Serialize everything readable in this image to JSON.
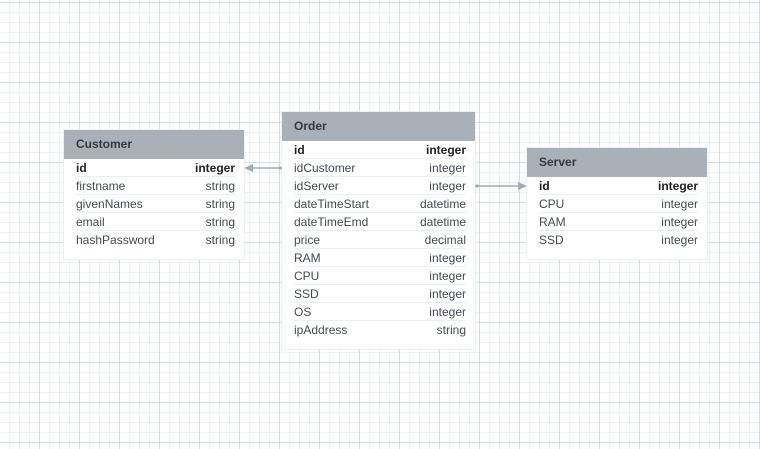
{
  "entities": [
    {
      "name": "Customer",
      "fields": [
        {
          "name": "id",
          "type": "integer",
          "pk": true
        },
        {
          "name": "firstname",
          "type": "string"
        },
        {
          "name": "givenNames",
          "type": "string"
        },
        {
          "name": "email",
          "type": "string"
        },
        {
          "name": "hashPassword",
          "type": "string"
        }
      ]
    },
    {
      "name": "Order",
      "fields": [
        {
          "name": "id",
          "type": "integer",
          "pk": true
        },
        {
          "name": "idCustomer",
          "type": "integer"
        },
        {
          "name": "idServer",
          "type": "integer"
        },
        {
          "name": "dateTimeStart",
          "type": "datetime"
        },
        {
          "name": "dateTimeEmd",
          "type": "datetime"
        },
        {
          "name": "price",
          "type": "decimal"
        },
        {
          "name": "RAM",
          "type": "integer"
        },
        {
          "name": "CPU",
          "type": "integer"
        },
        {
          "name": "SSD",
          "type": "integer"
        },
        {
          "name": "OS",
          "type": "integer"
        },
        {
          "name": "ipAddress",
          "type": "string"
        }
      ]
    },
    {
      "name": "Server",
      "fields": [
        {
          "name": "id",
          "type": "integer",
          "pk": true
        },
        {
          "name": "CPU",
          "type": "integer"
        },
        {
          "name": "RAM",
          "type": "integer"
        },
        {
          "name": "SSD",
          "type": "integer"
        }
      ]
    }
  ],
  "relations": [
    {
      "from": "Order.idCustomer",
      "to": "Customer.id"
    },
    {
      "from": "Order.idServer",
      "to": "Server.id"
    }
  ],
  "colors": {
    "header": "#a9b0b8",
    "connector": "#a3abb3",
    "grid": "#d4dde6"
  }
}
